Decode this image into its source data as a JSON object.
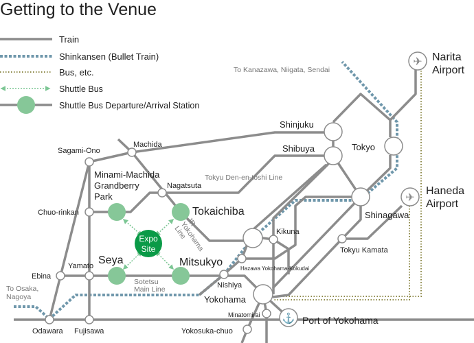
{
  "title": "Getting to the Venue",
  "legend": {
    "train": "Train",
    "shinkansen": "Shinkansen (Bullet Train)",
    "bus": "Bus, etc.",
    "shuttle": "Shuttle Bus",
    "station": "Shuttle Bus Departure/Arrival Station"
  },
  "expo": {
    "line1": "Expo",
    "line2": "Site"
  },
  "shuttle_stations": {
    "minami_machida": [
      "Minami-Machida",
      "Grandberry",
      "Park"
    ],
    "tokaichiba": "Tokaichiba",
    "seya": "Seya",
    "mitsukyo": "Mitsukyo"
  },
  "stations": {
    "sagami_ono": "Sagami-Ono",
    "machida": "Machida",
    "nagatsuta": "Nagatsuta",
    "chuo_rinkan": "Chuo-rinkan",
    "ebina": "Ebina",
    "yamato": "Yamato",
    "odawara": "Odawara",
    "fujisawa": "Fujisawa",
    "kikuna": "Kikuna",
    "hazawa": "Hazawa Yokohama-Kokudai",
    "nishiya": "Nishiya",
    "yokohama": "Yokohama",
    "minatomirai": "Minatomirai",
    "yokosuka_chuo": "Yokosuka-chuo",
    "shinjuku": "Shinjuku",
    "shibuya": "Shibuya",
    "tokyo": "Tokyo",
    "shinagawa": "Shinagawa",
    "tokyu_kamata": "Tokyu Kamata"
  },
  "places": {
    "narita": [
      "Narita",
      "Airport"
    ],
    "haneda": [
      "Haneda",
      "Airport"
    ],
    "port": "Port of Yokohama"
  },
  "line_labels": {
    "den_en_toshi": "Tokyu Den-en-toshi Line",
    "jr_yokohama": [
      "JR",
      "Yokohama",
      "Line"
    ],
    "sotetsu": [
      "Sotetsu",
      "Main Line"
    ],
    "to_kanazawa": "To Kanazawa, Niigata, Sendai",
    "to_osaka": [
      "To Osaka,",
      "Nagoya"
    ]
  },
  "colors": {
    "train": "#8c8c8c",
    "shinkansen": "#6f97ab",
    "bus": "#8e8a4a",
    "shuttle": "#86c798",
    "expo": "#0a9a47"
  }
}
